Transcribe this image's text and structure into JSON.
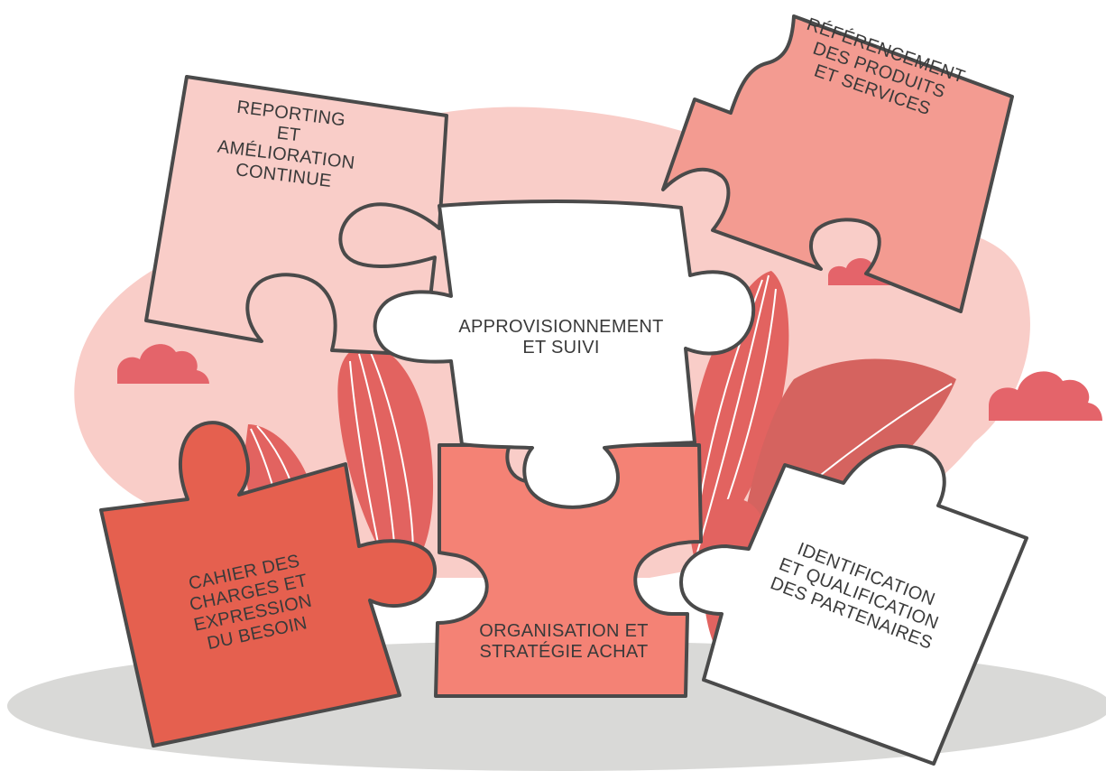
{
  "pieces": [
    {
      "id": "reporting",
      "lines": [
        "REPORTING",
        "ET",
        "AMÉLIORATION",
        "CONTINUE"
      ]
    },
    {
      "id": "referencement",
      "lines": [
        "RÉFÉRENCEMENT",
        "DES PRODUITS",
        "ET SERVICES"
      ]
    },
    {
      "id": "approvisionnement",
      "lines": [
        "APPROVISIONNEMENT",
        "ET SUIVI"
      ]
    },
    {
      "id": "cahier",
      "lines": [
        "CAHIER DES",
        "CHARGES ET",
        "EXPRESSION",
        "DU BESOIN"
      ]
    },
    {
      "id": "organisation",
      "lines": [
        "ORGANISATION ET",
        "STRATÉGIE ACHAT"
      ]
    },
    {
      "id": "identification",
      "lines": [
        "IDENTIFICATION",
        "ET QUALIFICATION",
        "DES PARTENAIRES"
      ]
    }
  ],
  "colors": {
    "background_blob": "#f9cdc8",
    "shadow": "#d9d9d7",
    "outline": "#4a4a4a",
    "cloud": "#e4646a",
    "leaf": "#e26360",
    "leaf_dark": "#d5635f",
    "piece_light": "#f9cdc8",
    "piece_mid": "#f39b91",
    "piece_coral": "#f48275",
    "piece_red": "#e5604f",
    "piece_white": "#ffffff"
  }
}
